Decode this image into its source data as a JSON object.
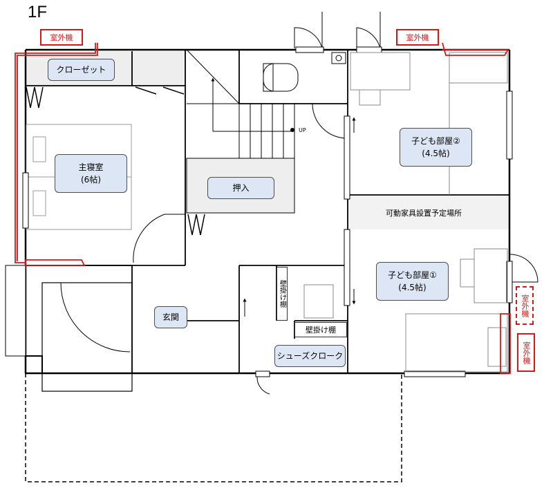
{
  "floor_label": "1F",
  "rooms": {
    "closet": "クローゼット",
    "master_bedroom": {
      "name": "主寝室",
      "size": "(6帖)"
    },
    "oshiire": "押入",
    "child_room_2": {
      "name": "子ども部屋②",
      "size": "(4.5帖)"
    },
    "child_room_1": {
      "name": "子ども部屋①",
      "size": "(4.5帖)"
    },
    "entrance": "玄関",
    "shoe_cloak": "シューズクローク",
    "movable_furniture_band": "可動家具設置予定場所"
  },
  "shelves": {
    "wall_shelf_vertical": "壁掛け棚",
    "wall_shelf_horizontal": "壁掛け棚"
  },
  "outdoor_units": {
    "unit_1": "室外機",
    "unit_2": "室外機",
    "unit_3": "室外機",
    "unit_4": "室外機"
  },
  "stairs": {
    "direction": "UP"
  },
  "colors": {
    "label_fill": "#dce6f4",
    "outdoor_unit": "#d21919",
    "furniture_band": "#f2f2f2",
    "wall": "#000000"
  }
}
